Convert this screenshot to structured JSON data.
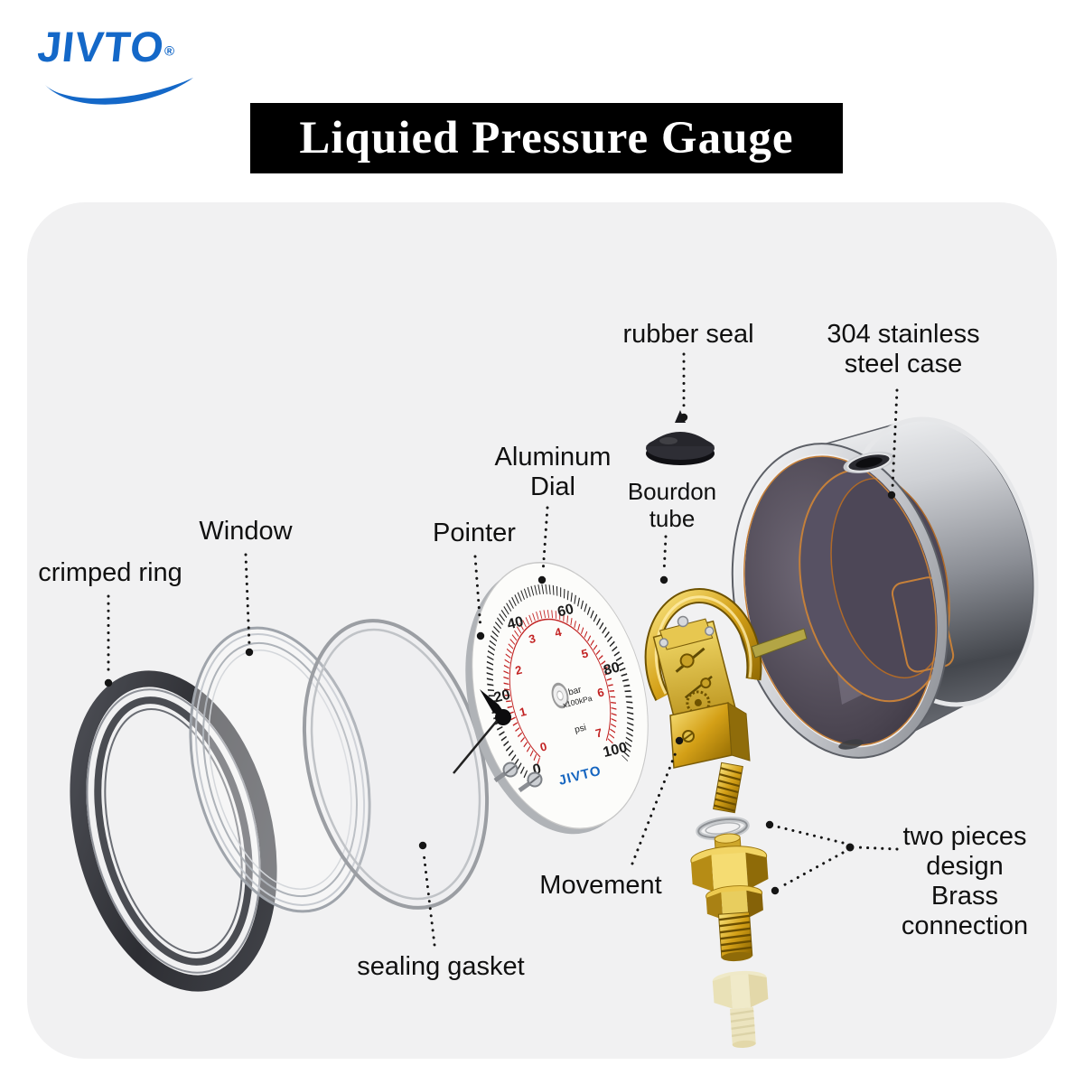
{
  "brand": {
    "name": "JIVTO",
    "registered": "®"
  },
  "title": "Liquied Pressure Gauge",
  "callouts": {
    "crimped_ring": "crimped ring",
    "window": "Window",
    "pointer": "Pointer",
    "aluminum_dial": "Aluminum\nDial",
    "bourdon_tube": "Bourdon\ntube",
    "rubber_seal": "rubber seal",
    "steel_case": "304 stainless\nsteel case",
    "movement": "Movement",
    "sealing_gasket": "sealing gasket",
    "brass_connection": "two pieces\ndesign Brass\nconnection"
  },
  "dial": {
    "brand": "JIVTO",
    "units": {
      "primary": "bar",
      "secondary": "x100kPa",
      "tertiary": "psi"
    },
    "outer_scale": [
      "0",
      "20",
      "40",
      "60",
      "80",
      "100"
    ],
    "inner_scale": [
      "0",
      "1",
      "2",
      "3",
      "4",
      "5",
      "6",
      "7"
    ]
  },
  "colors": {
    "brand_blue": "#1468c8",
    "banner_bg": "#000000",
    "banner_text": "#ffffff",
    "panel_bg": "#f1f1f2",
    "brass": "#d4a017",
    "red_scale": "#cc2222"
  }
}
